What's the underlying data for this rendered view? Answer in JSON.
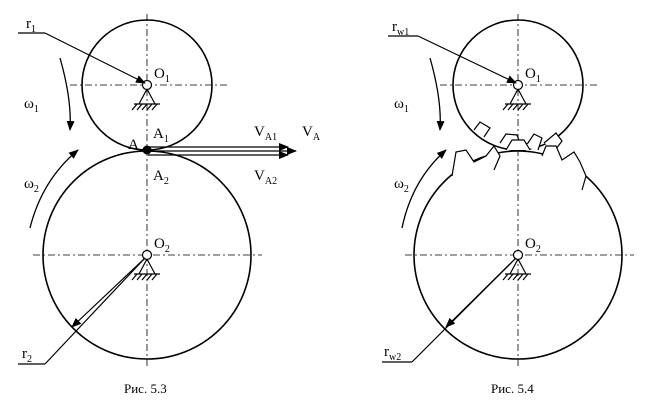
{
  "figures": [
    {
      "caption": "Рис. 5.3",
      "labels": {
        "r1": {
          "main": "r",
          "sub": "1"
        },
        "o1": {
          "main": "O",
          "sub": "1"
        },
        "omega1": {
          "main": "ω",
          "sub": "1"
        },
        "a": {
          "main": "A",
          "sub": ""
        },
        "a1": {
          "main": "A",
          "sub": "1"
        },
        "a2": {
          "main": "A",
          "sub": "2"
        },
        "va1": {
          "main": "V",
          "sub": "A1"
        },
        "va": {
          "main": "V",
          "sub": "A"
        },
        "va2": {
          "main": "V",
          "sub": "A2"
        },
        "omega2": {
          "main": "ω",
          "sub": "2"
        },
        "o2": {
          "main": "O",
          "sub": "2"
        },
        "r2": {
          "main": "r",
          "sub": "2"
        }
      }
    },
    {
      "caption": "Рис. 5.4",
      "labels": {
        "rw1": {
          "main": "r",
          "sub": "w1"
        },
        "o1": {
          "main": "O",
          "sub": "1"
        },
        "omega1": {
          "main": "ω",
          "sub": "1"
        },
        "omega2": {
          "main": "ω",
          "sub": "2"
        },
        "o2": {
          "main": "O",
          "sub": "2"
        },
        "rw2": {
          "main": "r",
          "sub": "w2"
        }
      }
    }
  ],
  "colors": {
    "line": "#000000",
    "background": "#ffffff"
  }
}
